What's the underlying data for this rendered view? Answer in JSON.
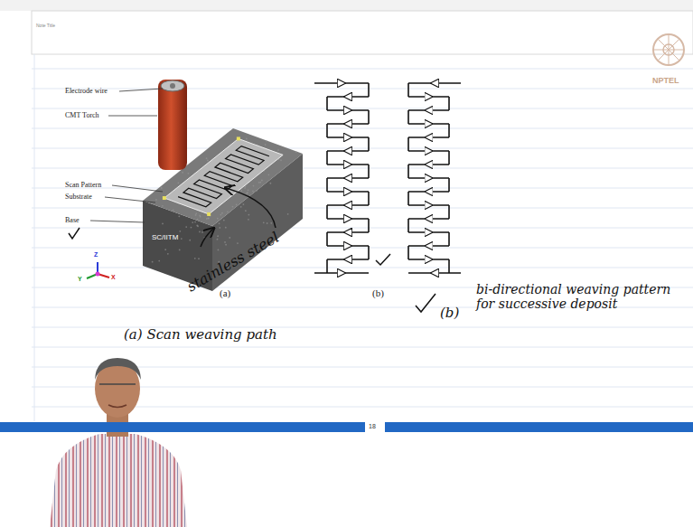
{
  "diagram": {
    "labels": [
      "Note Title",
      "NPTEL",
      "Electrode wire",
      "CMT Torch",
      "Scan Pattern",
      "Substrate",
      "Base",
      "SC/IITM",
      "Z",
      "Y",
      "X",
      "(a)",
      "(b)",
      "stainless steel",
      "(a) Scan weaving path",
      "(b)",
      "bi-directional weaving pattern for successive deposit",
      "18"
    ]
  }
}
